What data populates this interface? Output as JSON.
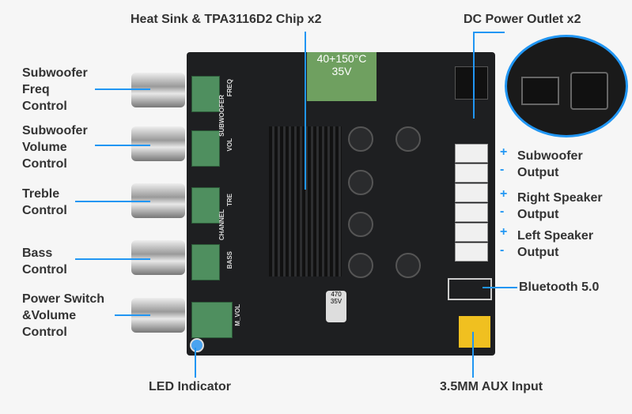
{
  "labels": {
    "heat_sink": "Heat Sink & TPA3116D2 Chip x2",
    "dc_power": "DC Power Outlet x2",
    "sub_freq": [
      "Subwoofer",
      "Freq",
      "Control"
    ],
    "sub_vol": [
      "Subwoofer",
      "Volume",
      "Control"
    ],
    "treble": [
      "Treble",
      "Control"
    ],
    "bass": [
      "Bass",
      "Control"
    ],
    "power": [
      "Power Switch",
      "&Volume",
      "Control"
    ],
    "led": "LED Indicator",
    "sub_out": [
      "Subwoofer",
      "Output"
    ],
    "right_out": [
      "Right Speaker",
      "Output"
    ],
    "left_out": [
      "Left Speaker",
      "Output"
    ],
    "bluetooth": "Bluetooth 5.0",
    "aux": "3.5MM AUX Input"
  },
  "signs": {
    "plus": "+",
    "minus": "-"
  },
  "silkscreen": {
    "freq": "FREQ",
    "subwoofer": "SUBWOOFER",
    "vol": "VOL",
    "tre": "TRE",
    "channel": "CHANNEL",
    "bass": "BASS",
    "mvol": "M_VOL",
    "cap_big": "40+150°C 35V",
    "cap_small": "470 35V"
  },
  "colors": {
    "accent": "#2196f3",
    "board": "#1e1f21"
  }
}
